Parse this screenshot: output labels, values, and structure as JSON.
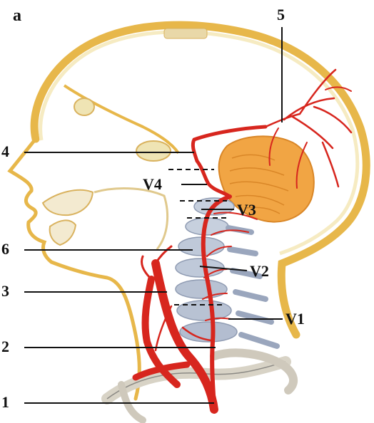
{
  "figure": {
    "panel_letter": "a",
    "labels": {
      "l1": "1",
      "l2": "2",
      "l3": "3",
      "l4": "4",
      "l5": "5",
      "l6": "6",
      "v1": "V1",
      "v2": "V2",
      "v3": "V3",
      "v4": "V4"
    },
    "colors": {
      "artery": "#d7261e",
      "bone": "#efe4b4",
      "skull_outline": "#e7b74a",
      "cerebellum": "#ee9a3a",
      "vertebra": "#b9c4d6",
      "leader_line": "#111111",
      "background": "#ffffff"
    }
  }
}
